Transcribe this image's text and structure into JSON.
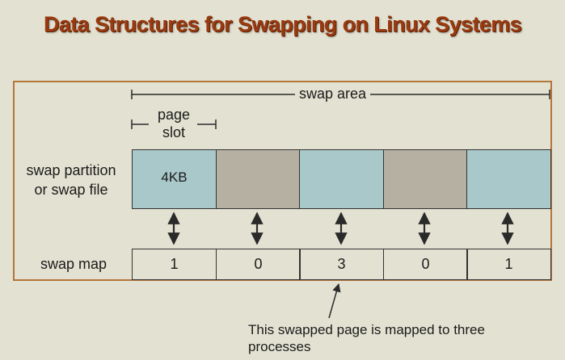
{
  "title": "Data Structures for Swapping on Linux Systems",
  "labels": {
    "swap_area": "swap area",
    "page_slot": "page\nslot",
    "swap_partition": "swap partition\nor swap file",
    "swap_map": "swap map",
    "note": "This swapped page is mapped to three\nprocesses"
  },
  "slots": [
    {
      "text": "4KB",
      "color": "#a8c8c9"
    },
    {
      "text": "",
      "color": "#b5b0a1"
    },
    {
      "text": "",
      "color": "#a8c8c9"
    },
    {
      "text": "",
      "color": "#b5b0a1"
    },
    {
      "text": "",
      "color": "#a8c8c9"
    }
  ],
  "swap_map": [
    "1",
    "0",
    "3",
    "0",
    "1"
  ]
}
